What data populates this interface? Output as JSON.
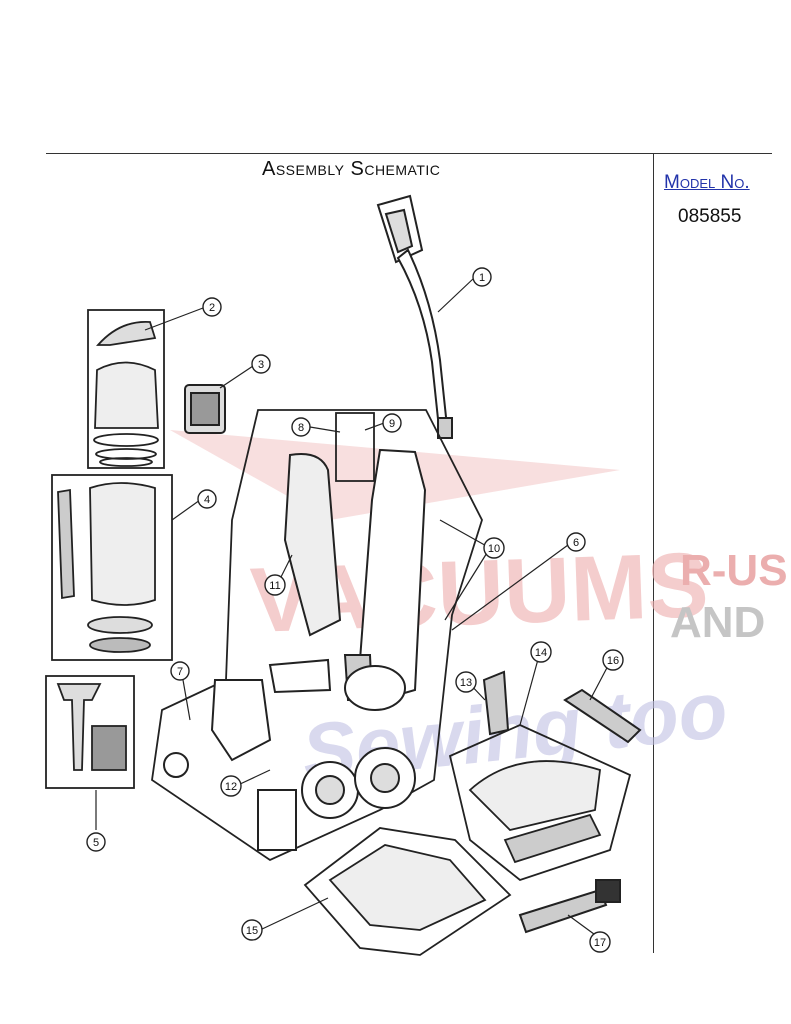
{
  "header": {
    "title": "Assembly Schematic",
    "model_label": "Model No.",
    "model_value": "085855"
  },
  "watermark": {
    "line1": "VACUUMS",
    "line2": "R-US",
    "line3": "AND",
    "line4": "Sewing too",
    "color_red": "#e8a0a0",
    "color_blue": "#b8b8dd",
    "color_gray": "#bbbbbb"
  },
  "callouts": [
    "1",
    "2",
    "3",
    "4",
    "5",
    "6",
    "7",
    "8",
    "9",
    "10",
    "11",
    "12",
    "13",
    "14",
    "15",
    "16",
    "17"
  ]
}
